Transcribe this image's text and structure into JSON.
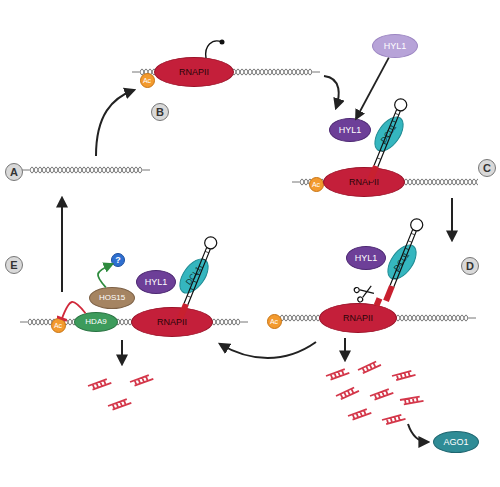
{
  "diagram": {
    "nodes": [
      {
        "text": [
          "A"
        ]
      },
      {
        "text": [
          "Ac"
        ]
      },
      {
        "text": [
          "RNAPII"
        ]
      },
      {
        "text": [
          "B"
        ]
      },
      {
        "text": [
          "HYL1"
        ]
      },
      {
        "text": [
          "HYL1"
        ]
      },
      {
        "text": [
          "DCL1"
        ]
      },
      {
        "text": [
          "Ac"
        ]
      },
      {
        "text": [
          "RNAPII"
        ]
      },
      {
        "text": [
          "C"
        ]
      },
      {
        "text": [
          "HYL1"
        ]
      },
      {
        "text": [
          "DCL1"
        ]
      },
      {
        "text": [
          "Ac"
        ]
      },
      {
        "text": [
          "RNAPII"
        ]
      },
      {
        "text": [
          "D"
        ]
      },
      {
        "text": [
          "?"
        ]
      },
      {
        "text": [
          "HOS15"
        ]
      },
      {
        "text": [
          "HYL1"
        ]
      },
      {
        "text": [
          "DCL1"
        ]
      },
      {
        "text": [
          "HDA9"
        ]
      },
      {
        "text": [
          "Ac"
        ]
      },
      {
        "text": [
          "RNAPII"
        ]
      },
      {
        "text": [
          "E"
        ]
      },
      {
        "text": [
          "AGO1"
        ]
      }
    ],
    "edges": [
      {
        "from": 4,
        "to": 5,
        "arrow": "to"
      },
      {
        "from": 16,
        "to": 15,
        "arrow": "to"
      },
      {
        "from": 19,
        "to": 20,
        "arrow": "to"
      }
    ]
  }
}
